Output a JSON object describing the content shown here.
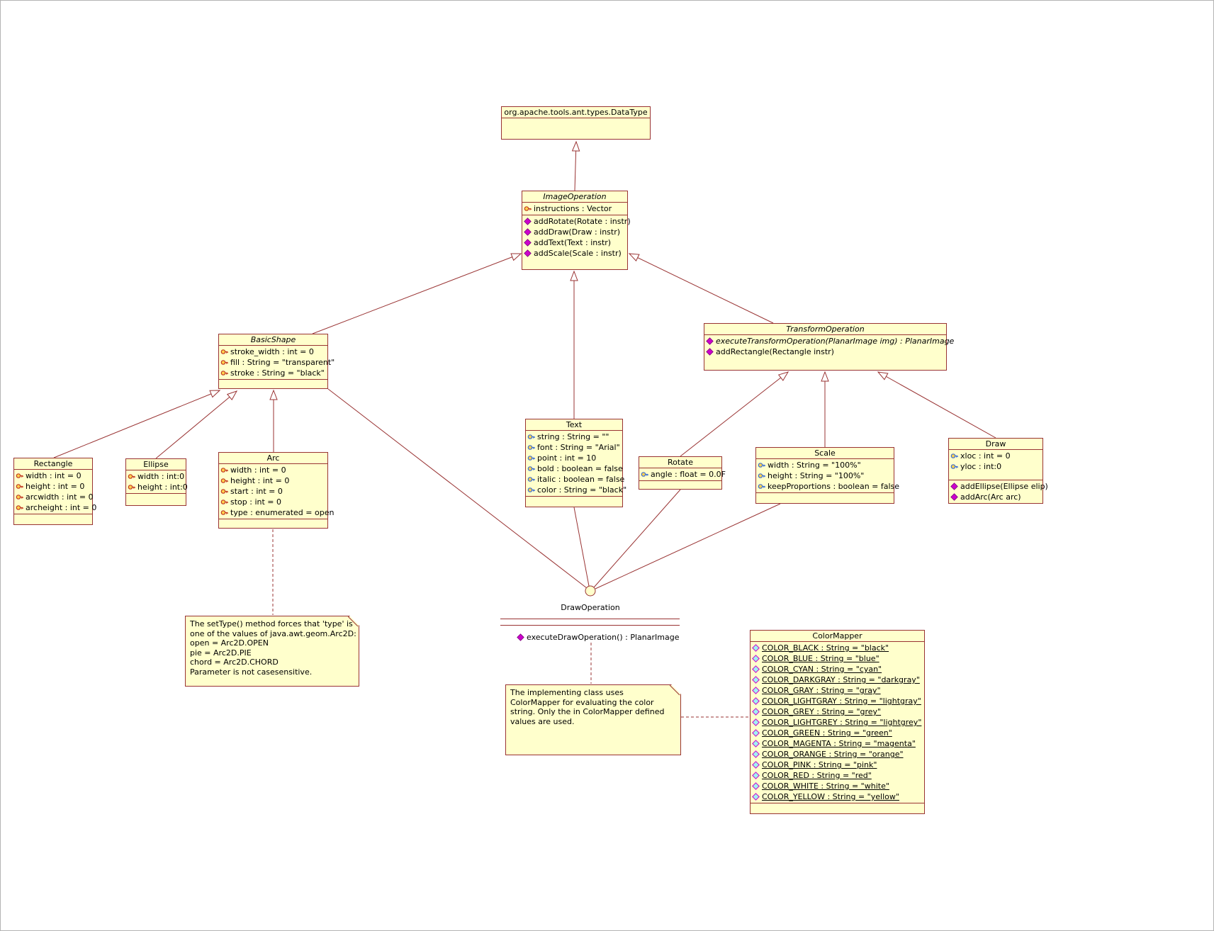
{
  "colors": {
    "background": "#FFFFFF",
    "box_fill": "#FFFFCC",
    "line": "#993333",
    "text": "#000000",
    "method_icon": "#CC00CC",
    "static_icon": "#9FF2F2",
    "attr_icon_red": "#C23B22",
    "attr_icon_blue": "#3B6FD4",
    "attr_icon_gold": "#FFD24D"
  },
  "classes": {
    "datatype": {
      "name": "org.apache.tools.ant.types.DataType",
      "italic": false,
      "compartments": [
        {
          "name": "body",
          "rows": []
        }
      ]
    },
    "image_operation": {
      "name": "ImageOperation",
      "italic": true,
      "compartments": [
        {
          "name": "attributes",
          "rows": [
            {
              "icon": "attr-red",
              "text": "instructions : Vector"
            }
          ]
        },
        {
          "name": "methods",
          "rows": [
            {
              "icon": "method",
              "text": "addRotate(Rotate : instr)"
            },
            {
              "icon": "method",
              "text": "addDraw(Draw : instr)"
            },
            {
              "icon": "method",
              "text": "addText(Text : instr)"
            },
            {
              "icon": "method",
              "text": "addScale(Scale : instr)"
            }
          ]
        }
      ]
    },
    "basic_shape": {
      "name": "BasicShape",
      "italic": true,
      "compartments": [
        {
          "name": "attributes",
          "rows": [
            {
              "icon": "attr-red",
              "text": "stroke_width : int = 0"
            },
            {
              "icon": "attr-red",
              "text": "fill : String = \"transparent\""
            },
            {
              "icon": "attr-red",
              "text": "stroke : String = \"black\""
            }
          ]
        },
        {
          "name": "methods",
          "rows": []
        }
      ]
    },
    "transform_operation": {
      "name": "TransformOperation",
      "italic": true,
      "compartments": [
        {
          "name": "methods",
          "rows": [
            {
              "icon": "method",
              "text": "executeTransformOperation(PlanarImage img) : PlanarImage",
              "italic": true
            },
            {
              "icon": "method",
              "text": "addRectangle(Rectangle instr)"
            }
          ]
        }
      ]
    },
    "rectangle": {
      "name": "Rectangle",
      "italic": false,
      "compartments": [
        {
          "name": "attributes",
          "rows": [
            {
              "icon": "attr-red",
              "text": "width : int = 0"
            },
            {
              "icon": "attr-red",
              "text": "height : int = 0"
            },
            {
              "icon": "attr-red",
              "text": "arcwidth : int = 0"
            },
            {
              "icon": "attr-red",
              "text": "archeight : int = 0"
            }
          ]
        },
        {
          "name": "methods",
          "rows": []
        }
      ]
    },
    "ellipse": {
      "name": "Ellipse",
      "italic": false,
      "compartments": [
        {
          "name": "attributes",
          "rows": [
            {
              "icon": "attr-red",
              "text": "width : int:0"
            },
            {
              "icon": "attr-red",
              "text": "height : int:0"
            }
          ]
        },
        {
          "name": "methods",
          "rows": []
        }
      ]
    },
    "arc": {
      "name": "Arc",
      "italic": false,
      "compartments": [
        {
          "name": "attributes",
          "rows": [
            {
              "icon": "attr-red",
              "text": "width : int = 0"
            },
            {
              "icon": "attr-red",
              "text": "height : int = 0"
            },
            {
              "icon": "attr-red",
              "text": "start : int = 0"
            },
            {
              "icon": "attr-red",
              "text": "stop : int = 0"
            },
            {
              "icon": "attr-red",
              "text": "type : enumerated = open"
            }
          ]
        },
        {
          "name": "methods",
          "rows": []
        }
      ]
    },
    "text": {
      "name": "Text",
      "italic": false,
      "compartments": [
        {
          "name": "attributes",
          "rows": [
            {
              "icon": "attr-blue",
              "text": "string : String = \"\""
            },
            {
              "icon": "attr-blue",
              "text": "font : String = \"Arial\""
            },
            {
              "icon": "attr-blue",
              "text": "point : int = 10"
            },
            {
              "icon": "attr-blue",
              "text": "bold : boolean = false"
            },
            {
              "icon": "attr-blue",
              "text": "italic : boolean = false"
            },
            {
              "icon": "attr-blue",
              "text": "color : String = \"black\""
            }
          ]
        },
        {
          "name": "methods",
          "rows": []
        }
      ]
    },
    "rotate": {
      "name": "Rotate",
      "italic": false,
      "compartments": [
        {
          "name": "attributes",
          "rows": [
            {
              "icon": "attr-blue",
              "text": "angle : float = 0.0F"
            }
          ]
        },
        {
          "name": "methods",
          "rows": []
        }
      ]
    },
    "scale": {
      "name": "Scale",
      "italic": false,
      "compartments": [
        {
          "name": "attributes",
          "rows": [
            {
              "icon": "attr-blue",
              "text": "width : String = \"100%\""
            },
            {
              "icon": "attr-blue",
              "text": "height : String = \"100%\""
            },
            {
              "icon": "attr-blue",
              "text": "keepProportions : boolean = false"
            }
          ]
        },
        {
          "name": "methods",
          "rows": []
        }
      ]
    },
    "draw": {
      "name": "Draw",
      "italic": false,
      "compartments": [
        {
          "name": "attributes",
          "grow": true,
          "rows": [
            {
              "icon": "attr-blue",
              "text": "xloc : int = 0"
            },
            {
              "icon": "attr-blue",
              "text": "yloc : int:0"
            }
          ]
        },
        {
          "name": "methods",
          "rows": [
            {
              "icon": "method",
              "text": "addEllipse(Ellipse elip)"
            },
            {
              "icon": "method",
              "text": "addArc(Arc arc)"
            }
          ]
        }
      ]
    },
    "color_mapper": {
      "name": "ColorMapper",
      "italic": false,
      "compartments": [
        {
          "name": "attributes",
          "rows": [
            {
              "icon": "static-attr",
              "text": "COLOR_BLACK : String = \"black\"",
              "underline": true
            },
            {
              "icon": "static-attr",
              "text": "COLOR_BLUE : String = \"blue\"",
              "underline": true
            },
            {
              "icon": "static-attr",
              "text": "COLOR_CYAN : String = \"cyan\"",
              "underline": true
            },
            {
              "icon": "static-attr",
              "text": "COLOR_DARKGRAY : String = \"darkgray\"",
              "underline": true
            },
            {
              "icon": "static-attr",
              "text": "COLOR_GRAY : String = \"gray\"",
              "underline": true
            },
            {
              "icon": "static-attr",
              "text": "COLOR_LIGHTGRAY : String = \"lightgray\"",
              "underline": true
            },
            {
              "icon": "static-attr",
              "text": "COLOR_GREY : String = \"grey\"",
              "underline": true
            },
            {
              "icon": "static-attr",
              "text": "COLOR_LIGHTGREY : String = \"lightgrey\"",
              "underline": true
            },
            {
              "icon": "static-attr",
              "text": "COLOR_GREEN : String = \"green\"",
              "underline": true
            },
            {
              "icon": "static-attr",
              "text": "COLOR_MAGENTA : String = \"magenta\"",
              "underline": true
            },
            {
              "icon": "static-attr",
              "text": "COLOR_ORANGE : String = \"orange\"",
              "underline": true
            },
            {
              "icon": "static-attr",
              "text": "COLOR_PINK : String = \"pink\"",
              "underline": true
            },
            {
              "icon": "static-attr",
              "text": "COLOR_RED : String = \"red\"",
              "underline": true
            },
            {
              "icon": "static-attr",
              "text": "COLOR_WHITE : String = \"white\"",
              "underline": true
            },
            {
              "icon": "static-attr",
              "text": "COLOR_YELLOW : String = \"yellow\"",
              "underline": true
            }
          ]
        },
        {
          "name": "methods",
          "rows": []
        }
      ]
    }
  },
  "interface_lollipop": {
    "name": "DrawOperation",
    "method": "executeDrawOperation() : PlanarImage"
  },
  "notes": {
    "arc_note": {
      "lines": [
        "The setType() method forces that 'type' is",
        "one of the values of java.awt.geom.Arc2D:",
        "open = Arc2D.OPEN",
        "pie = Arc2D.PIE",
        "chord = Arc2D.CHORD",
        "Parameter is not casesensitive."
      ]
    },
    "colormapper_note": {
      "lines": [
        "The implementing class uses",
        "ColorMapper for evaluating the color",
        "string. Only the in ColorMapper defined",
        "values are used."
      ]
    }
  }
}
